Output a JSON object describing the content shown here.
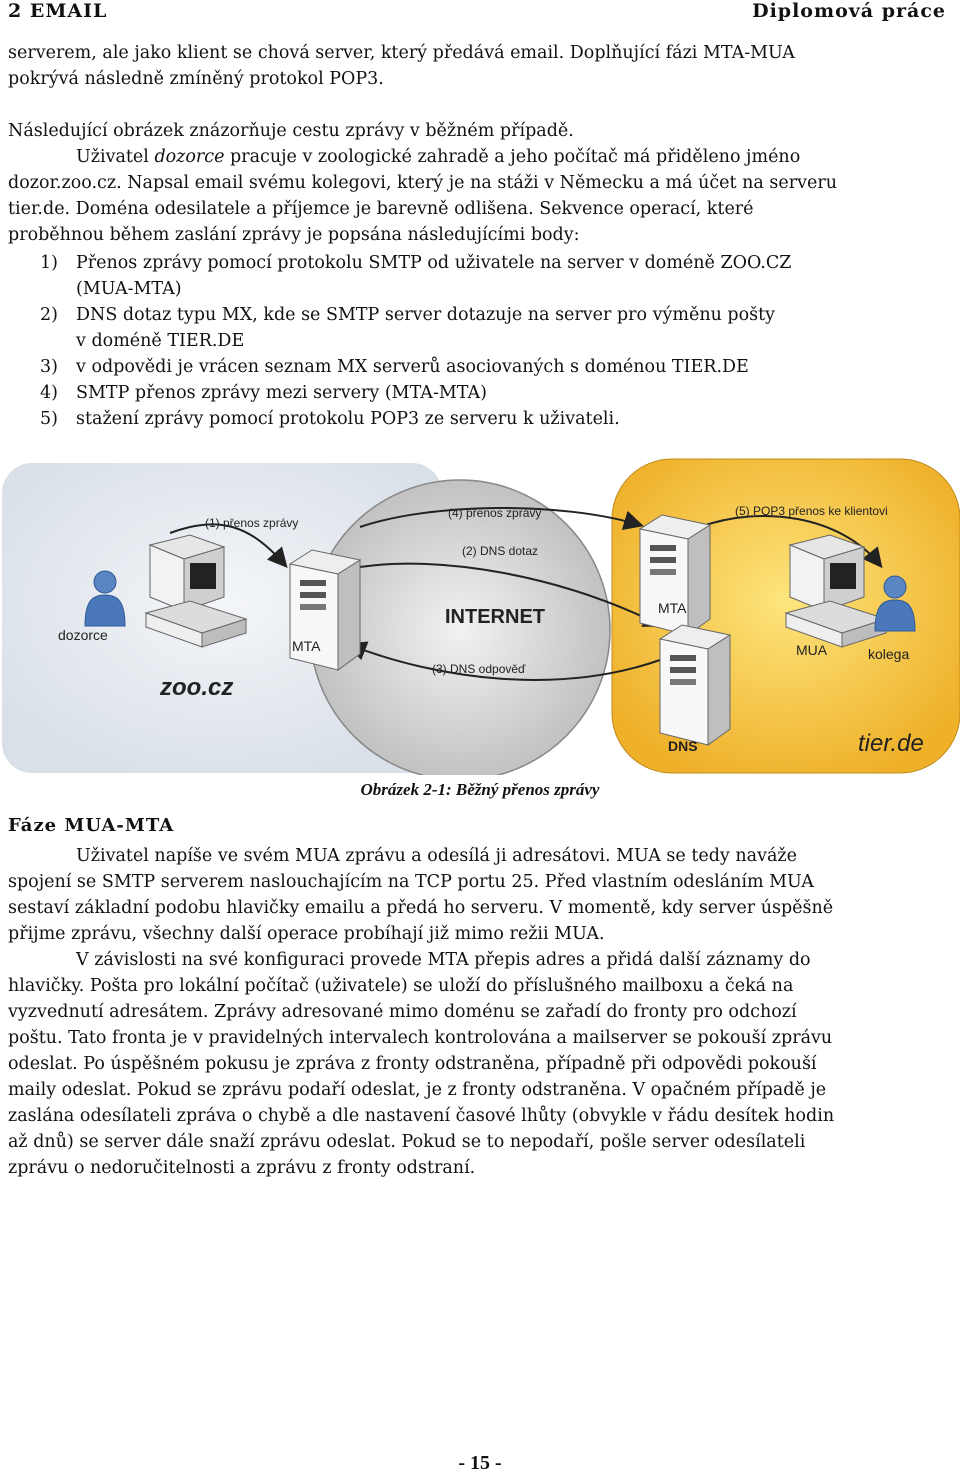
{
  "header": {
    "chapter": "2 EMAIL",
    "doc_type": "Diplomová práce"
  },
  "intro": {
    "line1": "serverem, ale jako klient se chová server, který předává email. Doplňující fázi MTA-MUA",
    "line2": "pokrývá následně zmíněný protokol POP3."
  },
  "para1": {
    "line1": "Následující obrázek znázorňuje cestu zprávy v běžném případě.",
    "line2_a": "Uživatel ",
    "line2_b": "dozorce",
    "line2_c": " pracuje v zoologické zahradě a jeho počítač má přiděleno jméno",
    "line3": "dozor.zoo.cz. Napsal email svému kolegovi, který je na stáži v Německu a má účet na serveru",
    "line4": "tier.de. Doména odesilatele a příjemce je barevně odlišena. Sekvence operací, které",
    "line5": "proběhnou během zaslání zprávy je popsána následujícími body:"
  },
  "steps": [
    {
      "num": "1)",
      "line1": "Přenos zprávy pomocí protokolu SMTP od uživatele na server v doméně ZOO.CZ",
      "line2": "(MUA-MTA)"
    },
    {
      "num": "2)",
      "line1": "DNS dotaz typu MX, kde se SMTP server dotazuje na server pro výměnu pošty",
      "line2": "v doméně TIER.DE"
    },
    {
      "num": "3)",
      "line1": "v odpovědi je vrácen seznam MX serverů asociovaných s doménou TIER.DE"
    },
    {
      "num": "4)",
      "line1": "SMTP přenos zprávy mezi servery (MTA-MTA)"
    },
    {
      "num": "5)",
      "line1": "stažení zprávy pomocí protokolu POP3 ze serveru k uživateli."
    }
  ],
  "figure": {
    "label_step1": "(1) přenos zprávy",
    "label_step2": "(2) DNS dotaz",
    "label_step3": "(3) DNS odpověď",
    "label_step4": "(4) přenos zprávy",
    "label_step5": "(5) POP3 přenos ke klientovi",
    "internet": "INTERNET",
    "user_left": "dozorce",
    "mta_left": "MTA",
    "domain_left": "zoo.cz",
    "mta_right": "MTA",
    "mua_right": "MUA",
    "user_right": "kolega",
    "dns": "DNS",
    "domain_right": "tier.de",
    "colors": {
      "left_domain": "#dfe6ee",
      "cloud": "#d6d6d6",
      "right_domain": "#f3c23a"
    }
  },
  "caption": "Obrázek 2-1: Běžný přenos zprávy",
  "section": {
    "title": "Fáze MUA-MTA",
    "p1": [
      "Uživatel napíše ve svém MUA zprávu a odesílá ji adresátovi. MUA se tedy naváže",
      "spojení se SMTP serverem naslouchajícím na TCP portu 25. Před vlastním odesláním MUA",
      "sestaví základní podobu hlavičky emailu a předá ho serveru. V momentě, kdy server úspěšně",
      "přijme zprávu, všechny další operace probíhají již mimo režii MUA."
    ],
    "p2": [
      "V závislosti na své konfiguraci provede MTA přepis adres a přidá další záznamy do",
      "hlavičky. Pošta pro lokální počítač (uživatele) se uloží do příslušného mailboxu a čeká na",
      "vyzvednutí adresátem. Zprávy adresované mimo doménu se zařadí do fronty pro odchozí",
      "poštu. Tato fronta je v pravidelných intervalech kontrolována a mailserver se pokouší zprávu",
      "odeslat. Po úspěšném pokusu je zpráva z fronty odstraněna, případně při odpovědi pokouší",
      "maily odeslat. Pokud se zprávu podaří odeslat, je z fronty odstraněna. V opačném případě je",
      "zaslána odesílateli zpráva o chybě a dle nastavení časové lhůty (obvykle v řádu desítek hodin",
      "až dnů) se server dále snaží zprávu odeslat. Pokud se to nepodaří, pošle server odesílateli",
      "zprávu o nedoručitelnosti a zprávu z fronty odstraní."
    ]
  },
  "page_number": "- 15 -"
}
